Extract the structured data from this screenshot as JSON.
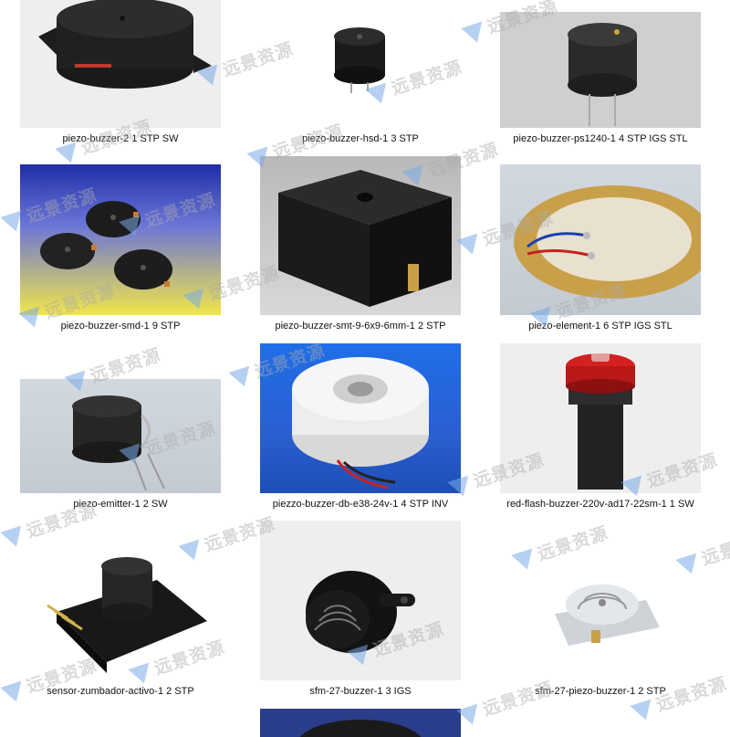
{
  "items": [
    {
      "caption": "piezo-buzzer-2 1 STP SW"
    },
    {
      "caption": "piezo-buzzer-hsd-1 3 STP"
    },
    {
      "caption": "piezo-buzzer-ps1240-1 4 STP IGS STL"
    },
    {
      "caption": "piezo-buzzer-smd-1 9 STP"
    },
    {
      "caption": "piezo-buzzer-smt-9-6x9-6mm-1 2 STP"
    },
    {
      "caption": "piezo-element-1 6 STP IGS STL"
    },
    {
      "caption": "piezo-emitter-1 2 SW"
    },
    {
      "caption": "piezzo-buzzer-db-e38-24v-1 4 STP INV"
    },
    {
      "caption": "red-flash-buzzer-220v-ad17-22sm-1 1 SW"
    },
    {
      "caption": "sensor-zumbador-activo-1 2 STP"
    },
    {
      "caption": "sfm-27-buzzer-1 3 IGS"
    },
    {
      "caption": "sfm-27-piezo-buzzer-1 2 STP"
    }
  ],
  "watermark": "远景资源"
}
